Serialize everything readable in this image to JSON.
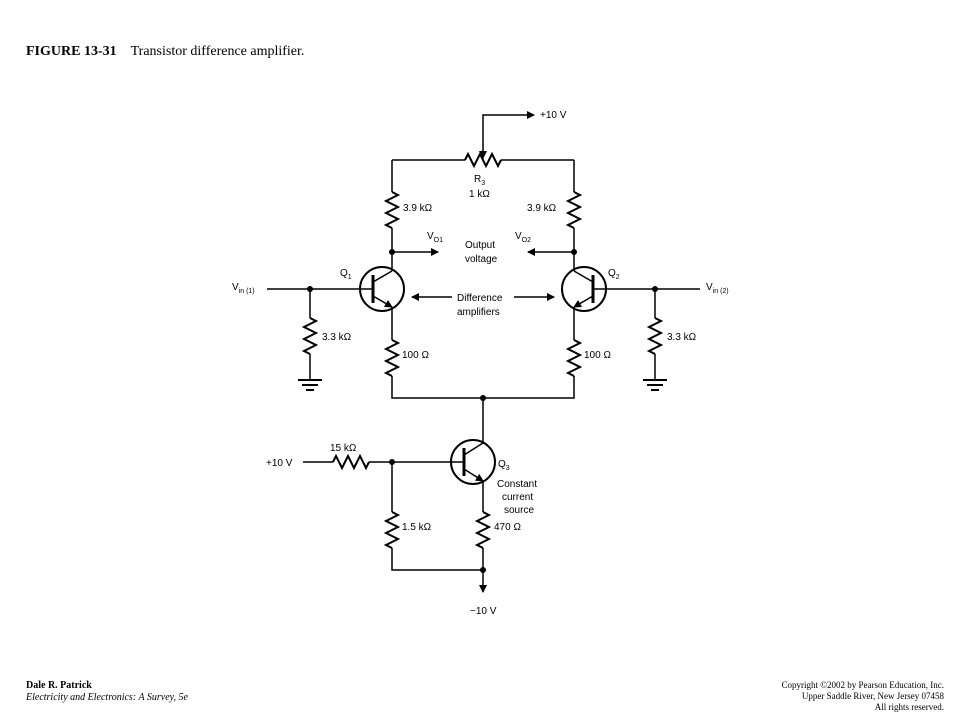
{
  "figure": {
    "number": "FIGURE 13-31",
    "caption": "Transistor difference amplifier."
  },
  "circuit": {
    "supply_pos": "+10 V",
    "supply_neg": "−10 V",
    "r3_name": "R",
    "r3_sub": "3",
    "r3_value": "1 kΩ",
    "rc1": "3.9 kΩ",
    "rc2": "3.9 kΩ",
    "vo1_base": "V",
    "vo1_sub": "O1",
    "vo2_base": "V",
    "vo2_sub": "O2",
    "output_label_1": "Output",
    "output_label_2": "voltage",
    "q1_base": "Q",
    "q1_sub": "1",
    "q2_base": "Q",
    "q2_sub": "2",
    "q3_base": "Q",
    "q3_sub": "3",
    "vin1_base": "V",
    "vin1_sub": "in (1)",
    "vin2_base": "V",
    "vin2_sub": "in (2)",
    "diff_label_1": "Difference",
    "diff_label_2": "amplifiers",
    "rin1": "3.3 kΩ",
    "rin2": "3.3 kΩ",
    "re1": "100 Ω",
    "re2": "100 Ω",
    "bias_supply": "+10 V",
    "r_bias": "15 kΩ",
    "r_div": "1.5 kΩ",
    "r_e3": "470 Ω",
    "cs_label_1": "Constant",
    "cs_label_2": "current",
    "cs_label_3": "source"
  },
  "footer": {
    "author": "Dale R. Patrick",
    "book": "Electricity and Electronics:  A Survey, 5e",
    "copyright_1": "Copyright ©2002 by Pearson Education, Inc.",
    "copyright_2": "Upper Saddle River, New Jersey 07458",
    "copyright_3": "All rights reserved."
  }
}
